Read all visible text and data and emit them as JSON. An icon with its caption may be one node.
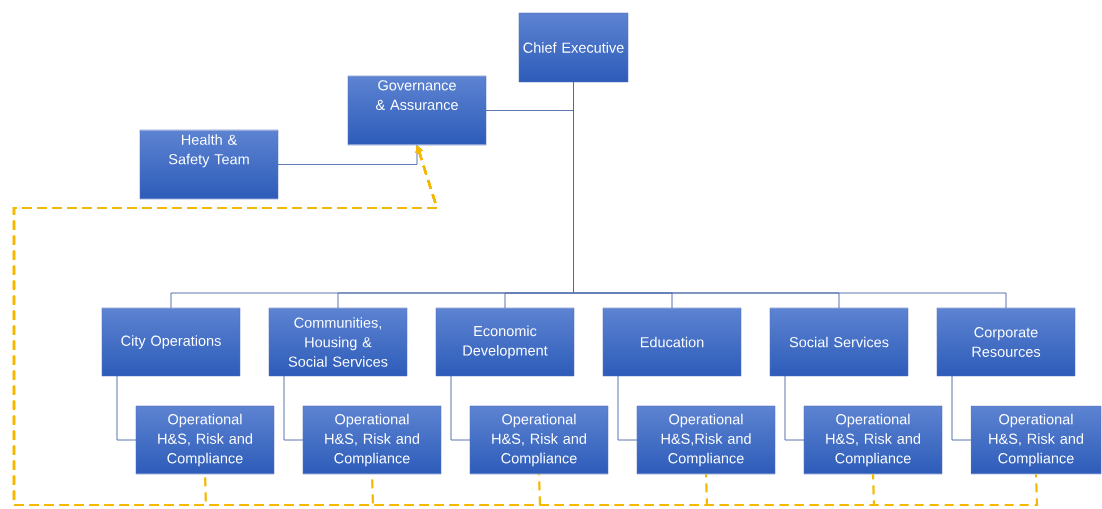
{
  "diagram": {
    "nodes": [
      {
        "text": [
          "Chief Executive"
        ]
      },
      {
        "text": [
          "Governance & Assurance"
        ]
      },
      {
        "text": [
          "Health & Safety Team"
        ]
      },
      {
        "text": [
          "City Operations"
        ]
      },
      {
        "text": [
          "Communities, Housing & Social Services"
        ]
      },
      {
        "text": [
          "Economic Development"
        ]
      },
      {
        "text": [
          "Education"
        ]
      },
      {
        "text": [
          "Social Services"
        ]
      },
      {
        "text": [
          "Corporate Resources"
        ]
      },
      {
        "text": [
          "Operational H&S, Risk and Compliance"
        ]
      },
      {
        "text": [
          "Operational H&S, Risk and Compliance"
        ]
      },
      {
        "text": [
          "Operational H&S, Risk and Compliance"
        ]
      },
      {
        "text": [
          "Operational H&S,Risk and Compliance"
        ]
      },
      {
        "text": [
          "Operational H&S, Risk and Compliance"
        ]
      },
      {
        "text": [
          "Operational H&S, Risk and Compliance"
        ]
      }
    ],
    "edges": [
      {
        "from": 0,
        "to": 1,
        "arrow": "none"
      },
      {
        "from": 1,
        "to": 2,
        "arrow": "none"
      },
      {
        "from": 0,
        "to": 3,
        "arrow": "none"
      },
      {
        "from": 0,
        "to": 4,
        "arrow": "none"
      },
      {
        "from": 0,
        "to": 5,
        "arrow": "none"
      },
      {
        "from": 0,
        "to": 6,
        "arrow": "none"
      },
      {
        "from": 0,
        "to": 7,
        "arrow": "none"
      },
      {
        "from": 0,
        "to": 8,
        "arrow": "none"
      },
      {
        "from": 3,
        "to": 9,
        "arrow": "none"
      },
      {
        "from": 4,
        "to": 10,
        "arrow": "none"
      },
      {
        "from": 5,
        "to": 11,
        "arrow": "none"
      },
      {
        "from": 6,
        "to": 12,
        "arrow": "none"
      },
      {
        "from": 7,
        "to": 13,
        "arrow": "none"
      },
      {
        "from": 8,
        "to": 14,
        "arrow": "none"
      },
      {
        "from": 9,
        "to": 1,
        "arrow": "to",
        "style": "dashed",
        "color": "#f5b800"
      },
      {
        "from": 10,
        "to": 1,
        "arrow": "to",
        "style": "dashed",
        "color": "#f5b800"
      },
      {
        "from": 11,
        "to": 1,
        "arrow": "to",
        "style": "dashed",
        "color": "#f5b800"
      },
      {
        "from": 12,
        "to": 1,
        "arrow": "to",
        "style": "dashed",
        "color": "#f5b800"
      },
      {
        "from": 13,
        "to": 1,
        "arrow": "to",
        "style": "dashed",
        "color": "#f5b800"
      },
      {
        "from": 14,
        "to": 1,
        "arrow": "to",
        "style": "dashed",
        "color": "#f5b800"
      }
    ]
  }
}
